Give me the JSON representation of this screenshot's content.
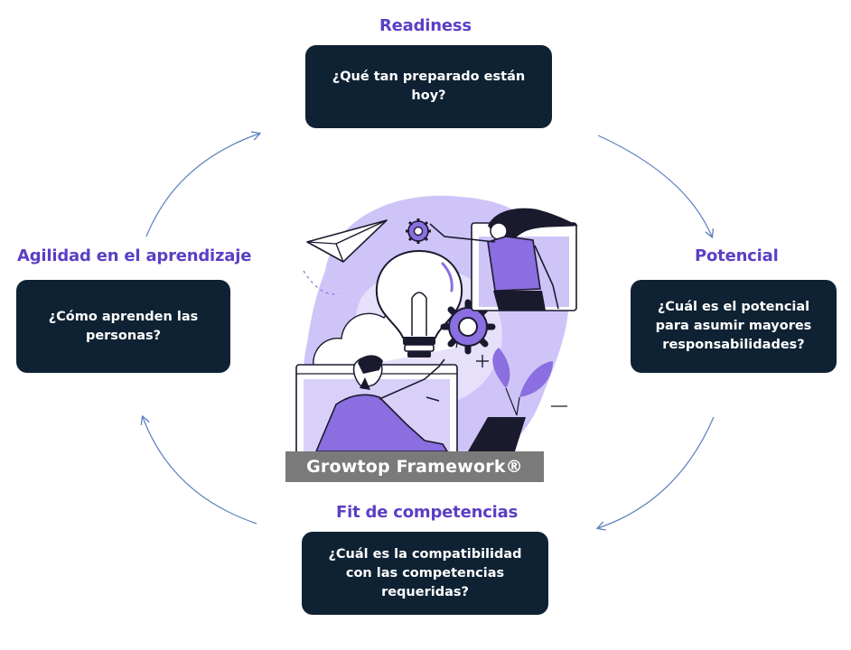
{
  "colors": {
    "heading": "#5b3fc4",
    "card_bg": "#0f2233",
    "card_text": "#ffffff",
    "arrow": "#5b7fbf",
    "banner_bg": "#7a7a7a",
    "illustration_purple": "#c9bdf5",
    "illustration_accent": "#8b6ee0"
  },
  "center": {
    "banner_text": "Growtop Framework®"
  },
  "stages": {
    "top": {
      "title": "Readiness",
      "question": "¿Qué tan preparado están hoy?"
    },
    "right": {
      "title": "Potencial",
      "question": "¿Cuál es el potencial para asumir mayores responsabilidades?"
    },
    "bottom": {
      "title": "Fit de competencias",
      "question": "¿Cuál es la compatibilidad con las competencias requeridas?"
    },
    "left": {
      "title": "Agilidad en el aprendizaje",
      "question": "¿Cómo aprenden las personas?"
    }
  },
  "icons": {
    "arrow_icon": "arrow-curved-clockwise",
    "illustration": "lightbulb-gears-people-illustration"
  }
}
